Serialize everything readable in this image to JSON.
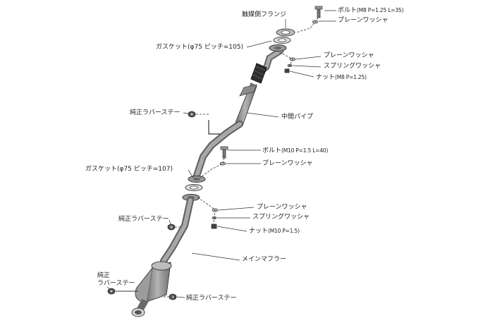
{
  "labels": {
    "bolt_m8": {
      "name": "ボルト",
      "spec": "(M8 P=1.25 L=35)"
    },
    "plain_washer_top": "プレーンワッシャ",
    "catalyst_flange": "触媒側フランジ",
    "gasket_105": "ガスケット(φ75 ピッチ=105)",
    "plain_washer_2": "プレーンワッシャ",
    "spring_washer_1": "スプリングワッシャ",
    "nut_m8": {
      "name": "ナット",
      "spec": "(M8 P=1.25)"
    },
    "rubber_stay_1": "純正ラバーステー",
    "mid_pipe": "中間パイプ",
    "bolt_m10": {
      "name": "ボルト",
      "spec": "(M10 P=1.5 L=40)"
    },
    "plain_washer_3": "プレーンワッシャ",
    "gasket_107": "ガスケット(φ75 ピッチ=107)",
    "plain_washer_4": "プレーンワッシャ",
    "spring_washer_2": "スプリングワッシャ",
    "nut_m10": {
      "name": "ナット",
      "spec": "(M10 P=1.5)"
    },
    "rubber_stay_2": "純正ラバーステー",
    "main_muffler": "メインマフラー",
    "rubber_stay_3_line1": "純正",
    "rubber_stay_3_line2": "ラバーステー",
    "rubber_stay_4": "純正ラバーステー"
  },
  "colors": {
    "pipe": "#9a9a9a",
    "pipe_dark": "#6e6e6e",
    "line": "#333333",
    "text": "#222222"
  }
}
